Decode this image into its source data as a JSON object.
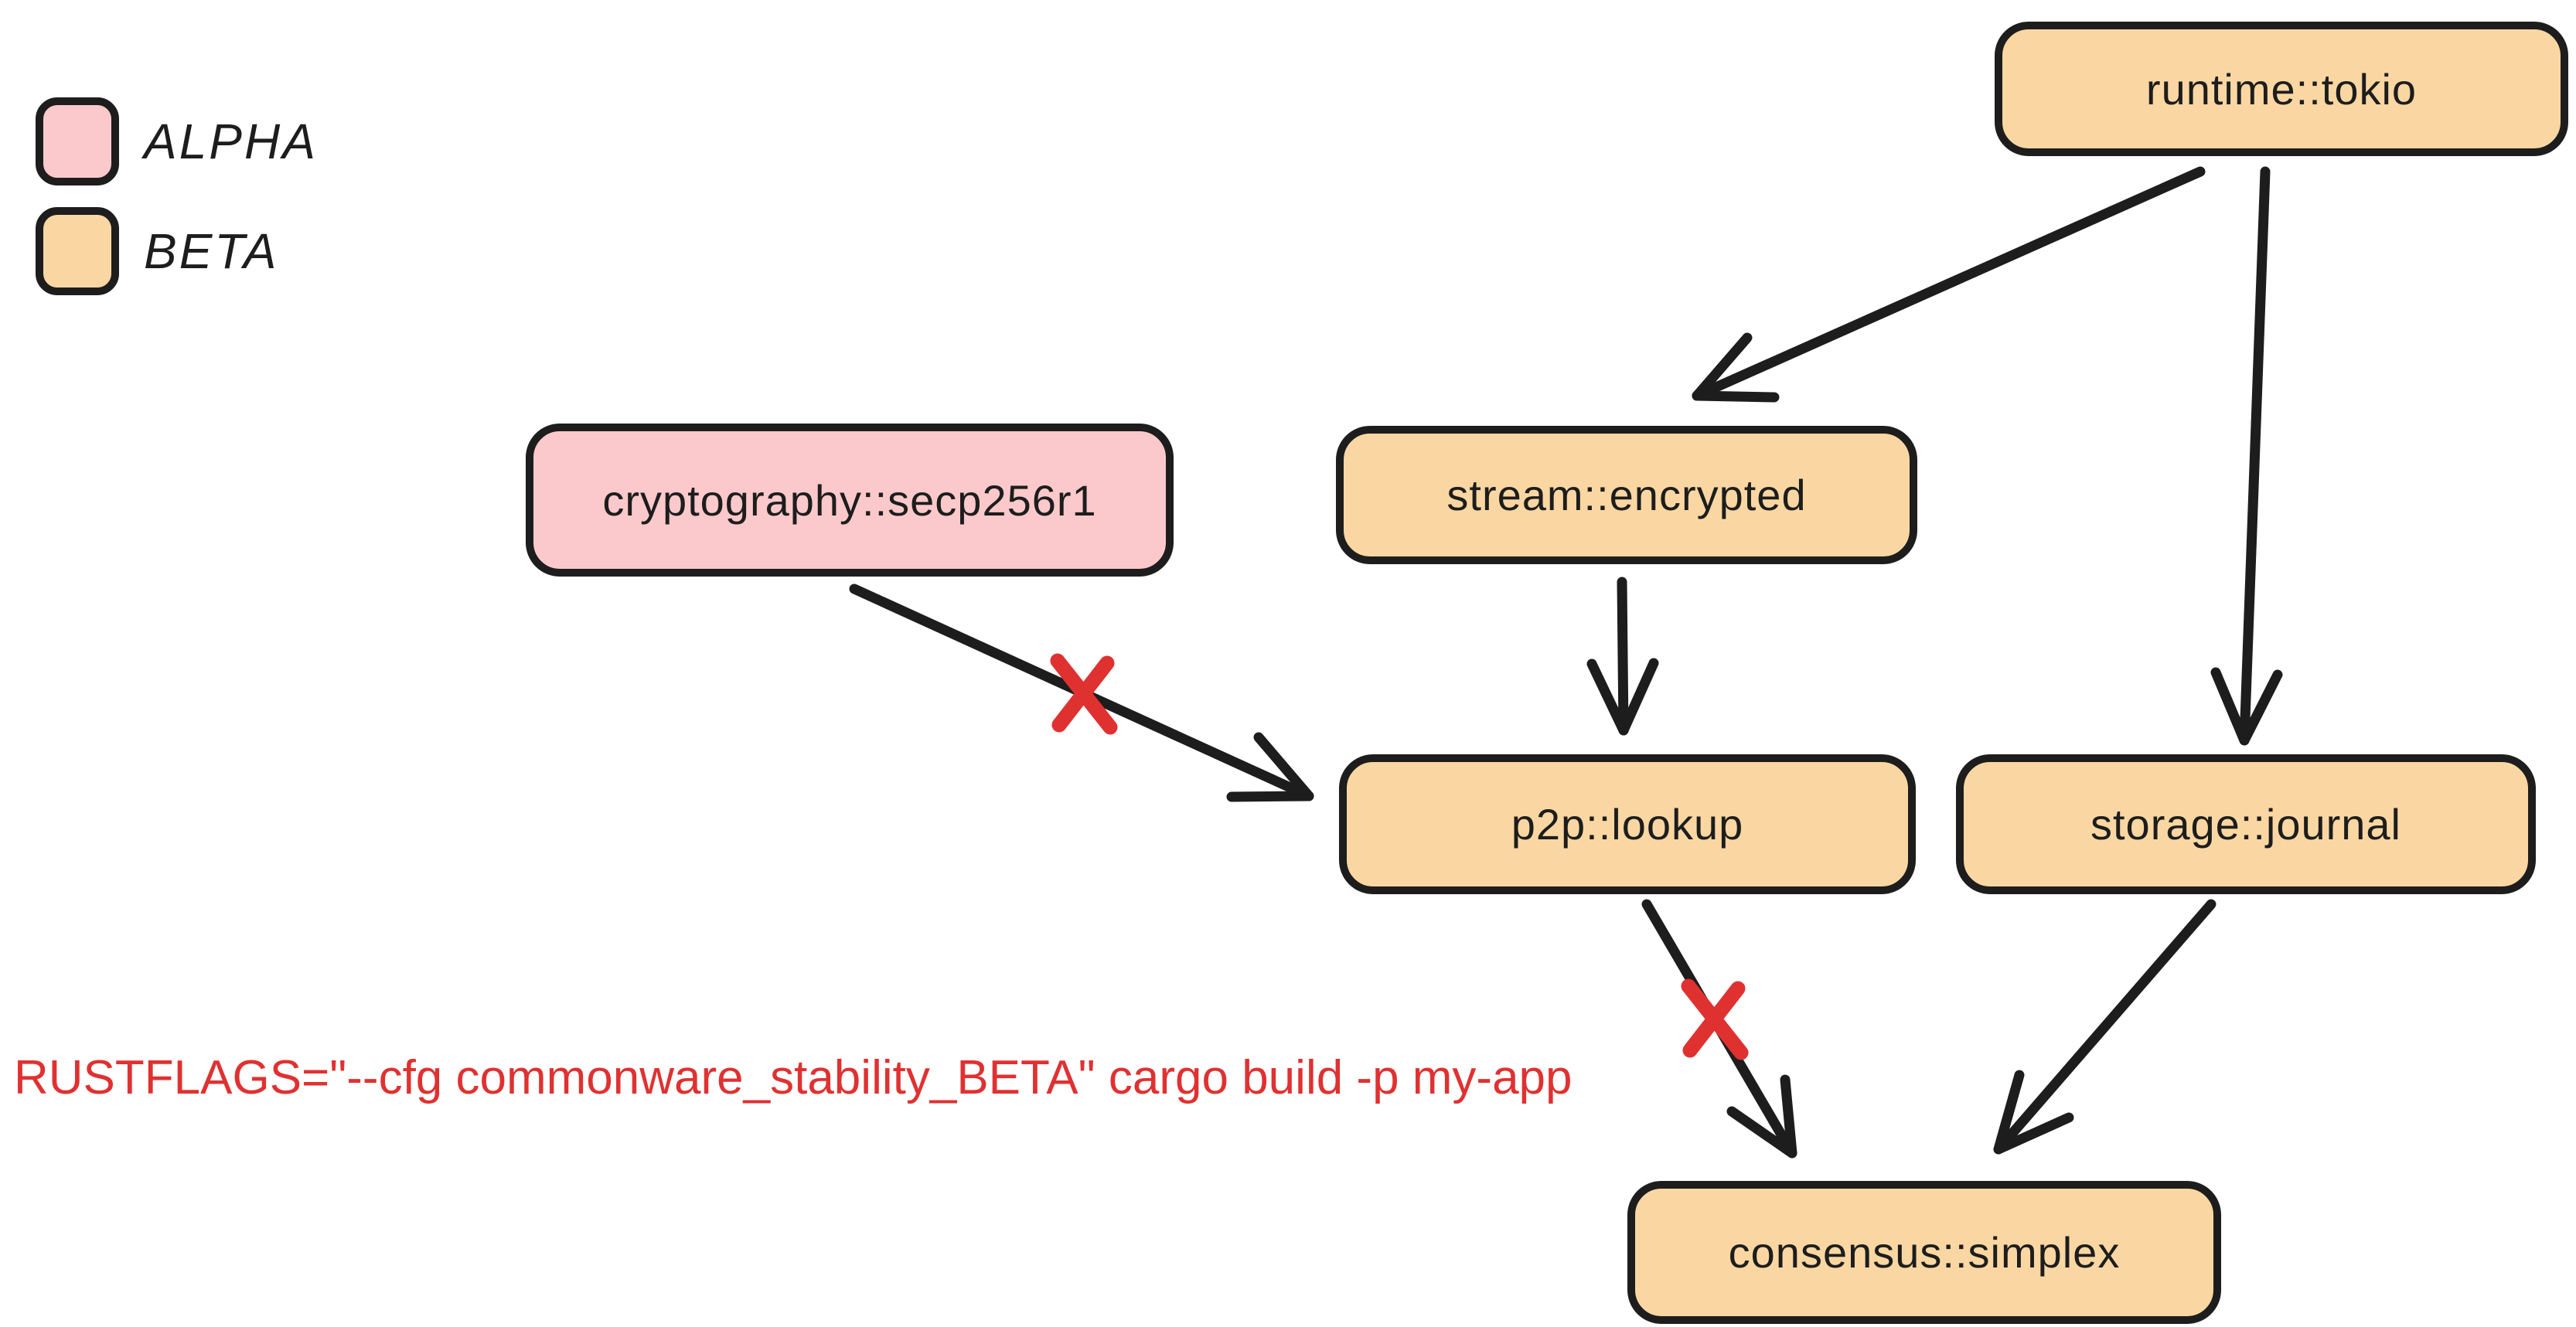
{
  "legend": {
    "items": [
      {
        "label": "ALPHA",
        "color": "#fbc9cb"
      },
      {
        "label": "BETA",
        "color": "#fad7a2"
      }
    ]
  },
  "nodes": [
    {
      "id": "runtime-tokio",
      "label": "runtime::tokio",
      "stability": "BETA"
    },
    {
      "id": "cryptography-secp256r1",
      "label": "cryptography::secp256r1",
      "stability": "ALPHA"
    },
    {
      "id": "stream-encrypted",
      "label": "stream::encrypted",
      "stability": "BETA"
    },
    {
      "id": "p2p-lookup",
      "label": "p2p::lookup",
      "stability": "BETA"
    },
    {
      "id": "storage-journal",
      "label": "storage::journal",
      "stability": "BETA"
    },
    {
      "id": "consensus-simplex",
      "label": "consensus::simplex",
      "stability": "BETA"
    }
  ],
  "edges": [
    {
      "from": "runtime::tokio",
      "to": "stream::encrypted",
      "blocked": false
    },
    {
      "from": "runtime::tokio",
      "to": "storage::journal",
      "blocked": false
    },
    {
      "from": "stream::encrypted",
      "to": "p2p::lookup",
      "blocked": false
    },
    {
      "from": "cryptography::secp256r1",
      "to": "p2p::lookup",
      "blocked": true
    },
    {
      "from": "p2p::lookup",
      "to": "consensus::simplex",
      "blocked": true
    },
    {
      "from": "storage::journal",
      "to": "consensus::simplex",
      "blocked": false
    }
  ],
  "command": {
    "text": "RUSTFLAGS=\"--cfg commonware_stability_BETA\" cargo build -p my-app",
    "color": "#e03131"
  },
  "colors": {
    "alpha_fill": "#fbc9cb",
    "beta_fill": "#fad7a2",
    "stroke": "#1d1d1d",
    "blocked_cross": "#e03131"
  }
}
